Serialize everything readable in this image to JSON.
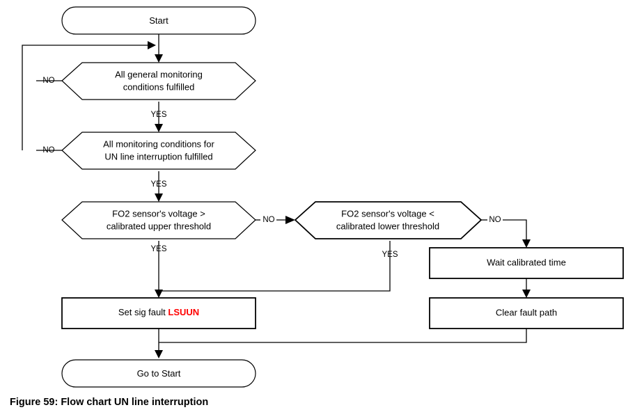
{
  "figure": {
    "caption": "Figure 59: Flow chart UN line interruption",
    "colors": {
      "background": "#ffffff",
      "stroke": "#000000",
      "text": "#000000",
      "fault_code": "#ff0000"
    }
  },
  "nodes": {
    "start": {
      "type": "terminator",
      "label": "Start"
    },
    "general_conditions": {
      "type": "decision-hexagon",
      "line1": "All general monitoring",
      "line2": "conditions fulfilled"
    },
    "un_conditions": {
      "type": "decision-hexagon",
      "line1": "All monitoring conditions for",
      "line2": "UN line interruption fulfilled"
    },
    "upper_threshold": {
      "type": "decision-hexagon",
      "line1": "FO2 sensor's voltage >",
      "line2": "calibrated upper threshold"
    },
    "lower_threshold": {
      "type": "decision-hexagon",
      "line1": "FO2 sensor's voltage <",
      "line2": "calibrated lower threshold"
    },
    "set_fault": {
      "type": "process",
      "label_prefix": "Set sig fault ",
      "fault_code": "LSUUN"
    },
    "wait_time": {
      "type": "process",
      "label": "Wait calibrated time"
    },
    "clear_fault": {
      "type": "process",
      "label": "Clear fault path"
    },
    "go_to_start": {
      "type": "terminator",
      "label": "Go to Start"
    }
  },
  "edges": [
    {
      "id": "start-to-general",
      "label": ""
    },
    {
      "id": "general-no-loopback",
      "label": "NO"
    },
    {
      "id": "general-yes-to-un",
      "label": "YES"
    },
    {
      "id": "un-no-loopback",
      "label": "NO"
    },
    {
      "id": "un-yes-to-upper",
      "label": "YES"
    },
    {
      "id": "upper-no-to-lower",
      "label": "NO"
    },
    {
      "id": "upper-yes-to-setfault",
      "label": "YES"
    },
    {
      "id": "lower-yes-to-setfault",
      "label": "YES"
    },
    {
      "id": "lower-no-to-wait",
      "label": "NO"
    },
    {
      "id": "wait-to-clear",
      "label": ""
    },
    {
      "id": "clear-to-gotostart",
      "label": ""
    },
    {
      "id": "setfault-to-gotostart",
      "label": ""
    }
  ]
}
